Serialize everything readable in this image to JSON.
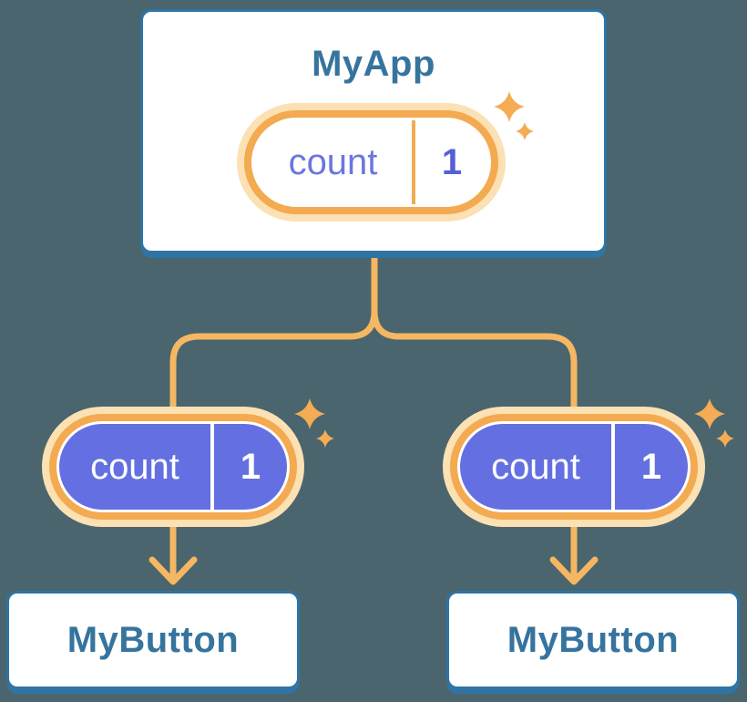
{
  "diagram": {
    "parent": {
      "title": "MyApp",
      "state_pill": {
        "label": "count",
        "value": "1"
      }
    },
    "children": [
      {
        "title": "MyButton",
        "prop_pill": {
          "label": "count",
          "value": "1"
        }
      },
      {
        "title": "MyButton",
        "prop_pill": {
          "label": "count",
          "value": "1"
        }
      }
    ]
  },
  "icons": {
    "sparkle": "four-point star ✦ (big + small pair beside each pill)"
  },
  "colors": {
    "bg": "#4A656E",
    "card-border": "#2E74A4",
    "card-bg": "#FFFFFF",
    "heading-text": "#36749E",
    "pill-ring": "#F3AA50",
    "pill-halo": "#FBE1B3",
    "pill-fill": "#6470E2",
    "pill-label-purple": "#6C76E1",
    "pill-value-purple": "#5560D8",
    "pill-text-white": "#FFFFFF",
    "connector": "#F5B761",
    "sparkle": "#F4AC55"
  }
}
